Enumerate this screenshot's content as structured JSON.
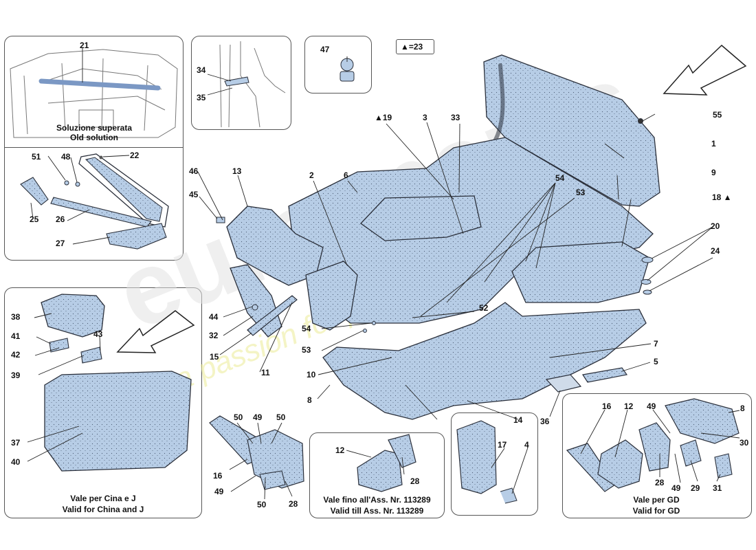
{
  "diagram": {
    "legend_note": "▲=23",
    "callouts": {
      "c1": "1",
      "c2": "2",
      "c3": "3",
      "c5": "5",
      "c6": "6",
      "c7": "7",
      "c8": "8",
      "c9": "9",
      "c10": "10",
      "c11": "11",
      "c13": "13",
      "c14": "14",
      "c15": "15",
      "c18": "18 ▲",
      "c19": "▲19",
      "c20": "20",
      "c24": "24",
      "c32": "32",
      "c33": "33",
      "c36": "36",
      "c44": "44",
      "c45": "45",
      "c46": "46",
      "c52": "52",
      "c53a": "53",
      "c53b": "53",
      "c54a": "54",
      "c54b": "54",
      "c55": "55",
      "c47": "47"
    },
    "panel_old": {
      "c21": "21",
      "c22": "22",
      "c25": "25",
      "c26": "26",
      "c27": "27",
      "c48": "48",
      "c51": "51",
      "caption_it": "Soluzione superata",
      "caption_en": "Old solution"
    },
    "panel_pillar": {
      "c34": "34",
      "c35": "35"
    },
    "panel_china": {
      "c37": "37",
      "c38": "38",
      "c39": "39",
      "c40": "40",
      "c41": "41",
      "c42": "42",
      "c43": "43",
      "caption_it": "Vale per Cina e J",
      "caption_en": "Valid for China and J"
    },
    "bracket_group": {
      "c16": "16",
      "c28": "28",
      "c49a": "49",
      "c49b": "49",
      "c50a": "50",
      "c50b": "50",
      "c50c": "50"
    },
    "panel_ass": {
      "c12": "12",
      "c28": "28",
      "caption_it": "Vale fino all'Ass. Nr. 113289",
      "caption_en": "Valid till Ass. Nr. 113289"
    },
    "panel_mat": {
      "c17": "17",
      "c4": "4"
    },
    "panel_gd": {
      "c16": "16",
      "c12": "12",
      "c49": "49",
      "c8": "8",
      "c30": "30",
      "c28": "28",
      "c29": "29",
      "c31": "31",
      "c49b": "49",
      "caption_it": "Vale per GD",
      "caption_en": "Valid for GD"
    }
  },
  "watermark": {
    "brand": "eurospares",
    "tagline": "a passion for parts since 1985"
  },
  "colors": {
    "part_fill": "#b7cde6",
    "part_stroke": "#2a2f3a",
    "panel_border": "#555555"
  }
}
